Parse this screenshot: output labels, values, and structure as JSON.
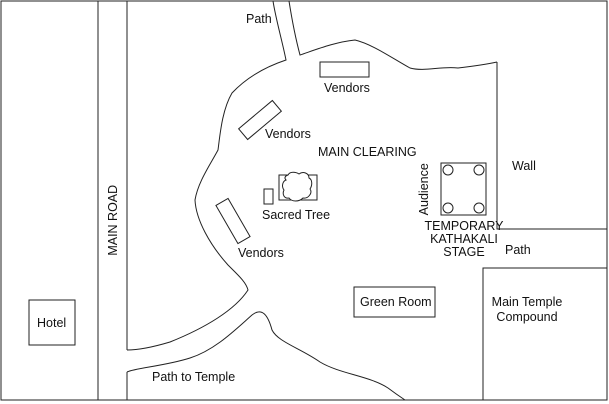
{
  "labels": {
    "path_top": "Path",
    "vendors_top": "Vendors",
    "vendors_mid": "Vendors",
    "vendors_low": "Vendors",
    "main_clearing": "MAIN CLEARING",
    "wall": "Wall",
    "main_road": "MAIN ROAD",
    "sacred_tree": "Sacred Tree",
    "audience": "Audience",
    "stage_line1": "TEMPORARY",
    "stage_line2": "KATHAKALI",
    "stage_line3": "STAGE",
    "path_right": "Path",
    "hotel": "Hotel",
    "green_room": "Green Room",
    "temple_line1": "Main Temple",
    "temple_line2": "Compound",
    "path_to_temple": "Path to Temple"
  },
  "colors": {
    "line": "#222222",
    "background": "#ffffff"
  }
}
